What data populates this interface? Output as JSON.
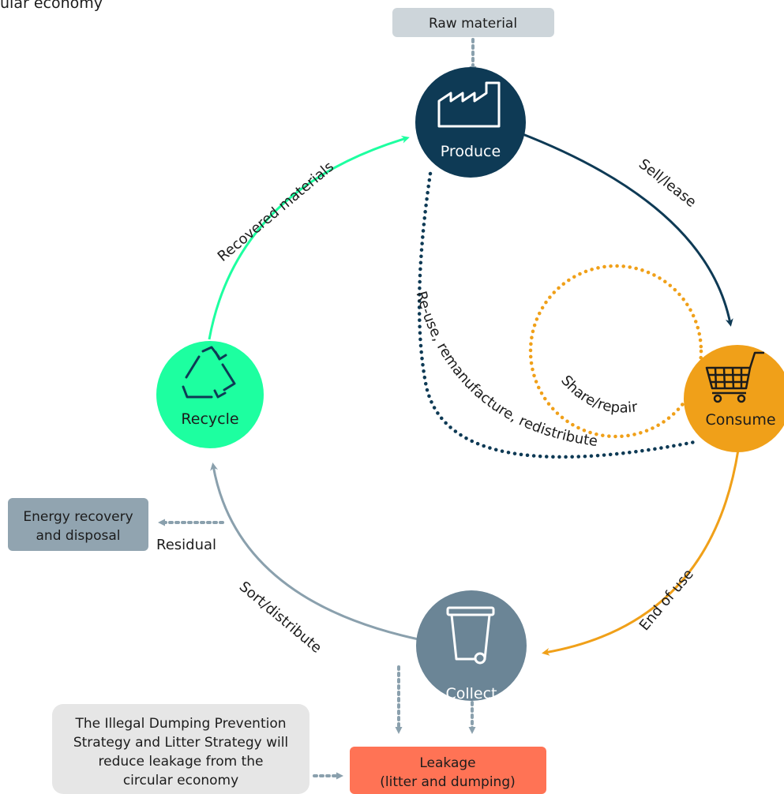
{
  "title_fragment": "ular economy",
  "nodes": {
    "produce": {
      "label": "Produce",
      "color": "#0e3a55"
    },
    "consume": {
      "label": "Consume",
      "color": "#f0a019"
    },
    "collect": {
      "label": "Collect",
      "color": "#6b8596"
    },
    "recycle": {
      "label": "Recycle",
      "color": "#1dffa0"
    }
  },
  "boxes": {
    "raw_material": "Raw material",
    "energy_line1": "Energy recovery",
    "energy_line2": "and disposal",
    "leakage_line1": "Leakage",
    "leakage_line2": "(litter and dumping)",
    "strategy_line1": "The Illegal Dumping Prevention",
    "strategy_line2": "Strategy and Litter Strategy will",
    "strategy_line3": "reduce leakage from the",
    "strategy_line4": "circular economy"
  },
  "flows": {
    "sell_lease": "Sell/lease",
    "share_repair": "Share/repair",
    "end_of_use": "End of use",
    "sort_distribute": "Sort/distribute",
    "recovered_materials": "Recovered materials",
    "reuse": "Re-use, remanufacture, redistribute",
    "residual": "Residual"
  },
  "icons": [
    "factory-icon",
    "shopping-cart-icon",
    "bin-icon",
    "recycle-icon"
  ],
  "colors": {
    "produce_arrow": "#0e3a55",
    "consume_arrow": "#f0a019",
    "collect_arrow": "#8aa0ad",
    "recycle_arrow": "#1dffa0",
    "dotted_grey": "#8aa0ad",
    "leakage_box": "#ff7355",
    "energy_box": "#91a4b0",
    "raw_box": "#cdd5da",
    "strategy_box": "#e6e6e6"
  }
}
